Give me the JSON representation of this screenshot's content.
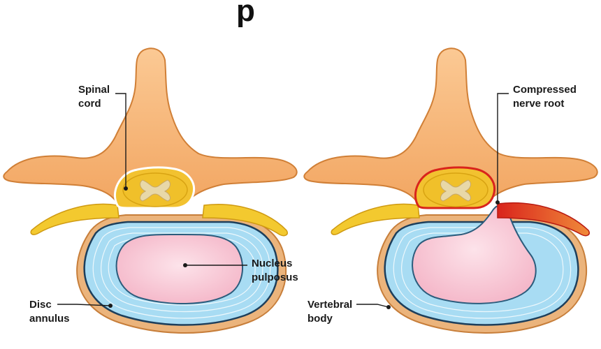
{
  "title_fragment": "p",
  "labels": {
    "spinal_cord": [
      "Spinal",
      "cord"
    ],
    "compressed_nerve_root": [
      "Compressed",
      "nerve root"
    ],
    "nucleus_pulposus": [
      "Nucleus",
      "pulposus"
    ],
    "disc_annulus": [
      "Disc",
      "annulus"
    ],
    "vertebral_body": [
      "Vertebral",
      "body"
    ]
  },
  "colors": {
    "bone": "#f8b878",
    "bone_shadow": "#e08a3c",
    "nerve_yellow": "#f4cc2c",
    "nerve_dark": "#d9a514",
    "cord_tissue": "#e8d6a8",
    "annulus_blue": "#a6daf2",
    "annulus_line": "#ffffff",
    "annulus_border": "#1d3f5c",
    "nucleus_pink": "#f7c6d4",
    "vertebra_rim": "#e6a76a",
    "compression_red": "#d9241c"
  }
}
